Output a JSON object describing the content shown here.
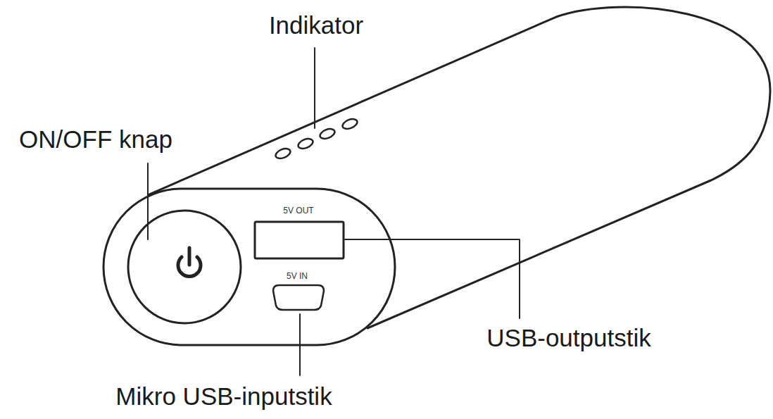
{
  "diagram": {
    "labels": [
      "Indikator",
      "ON/OFF knap",
      "5V OUT",
      "5V IN",
      "USB-outputstik",
      "Mikro USB-inputstik"
    ]
  }
}
